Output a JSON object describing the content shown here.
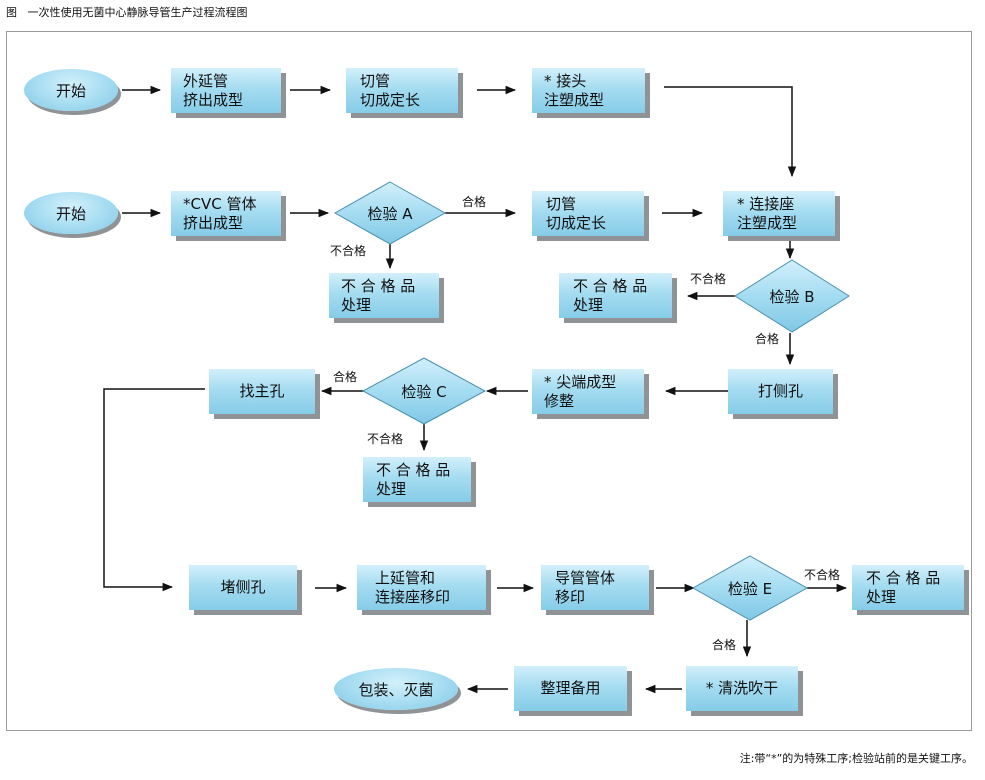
{
  "caption": "图   一次性使用无菌中心静脉导管生产过程流程图",
  "note": "注:带“*”的为特殊工序;检验站前的是关键工序。",
  "nodes": {
    "start1": "开始",
    "extrude_ext": [
      "外延管",
      "挤出成型"
    ],
    "cut1": [
      "切管",
      "切成定长"
    ],
    "joint_mold": [
      "* 接头",
      "注塑成型"
    ],
    "start2": "开始",
    "cvc_extrude": [
      "*CVC 管体",
      "挤出成型"
    ],
    "inspect_a": "检验 A",
    "cut2": [
      "切管",
      "切成定长"
    ],
    "conn_mold": [
      "* 连接座",
      "注塑成型"
    ],
    "reject_a": [
      "不 合 格 品",
      "处理"
    ],
    "reject_b": [
      "不 合 格 品",
      "处理"
    ],
    "inspect_b": "检验 B",
    "side_hole": "打侧孔",
    "tip_form": [
      "* 尖端成型",
      "修整"
    ],
    "inspect_c": "检验 C",
    "find_hole": "找主孔",
    "reject_c": [
      "不 合 格 品",
      "处理"
    ],
    "plug_hole": "堵侧孔",
    "print_ext": [
      "上延管和",
      "连接座移印"
    ],
    "print_tube": [
      "导管管体",
      "移印"
    ],
    "inspect_e": "检验 E",
    "reject_e": [
      "不 合 格 品",
      "处理"
    ],
    "clean_dry": "* 清洗吹干",
    "sort_ready": "整理备用",
    "pack_sterile": "包装、灭菌"
  },
  "edge_labels": {
    "a_pass": "合格",
    "a_fail": "不合格",
    "b_fail": "不合格",
    "b_pass": "合格",
    "c_pass": "合格",
    "c_fail": "不合格",
    "e_fail": "不合格",
    "e_pass": "合格"
  },
  "colors": {
    "box_top": "#d3f0fb",
    "box_bottom": "#86cce8",
    "shadow": "#8f9396",
    "line": "#111111"
  }
}
